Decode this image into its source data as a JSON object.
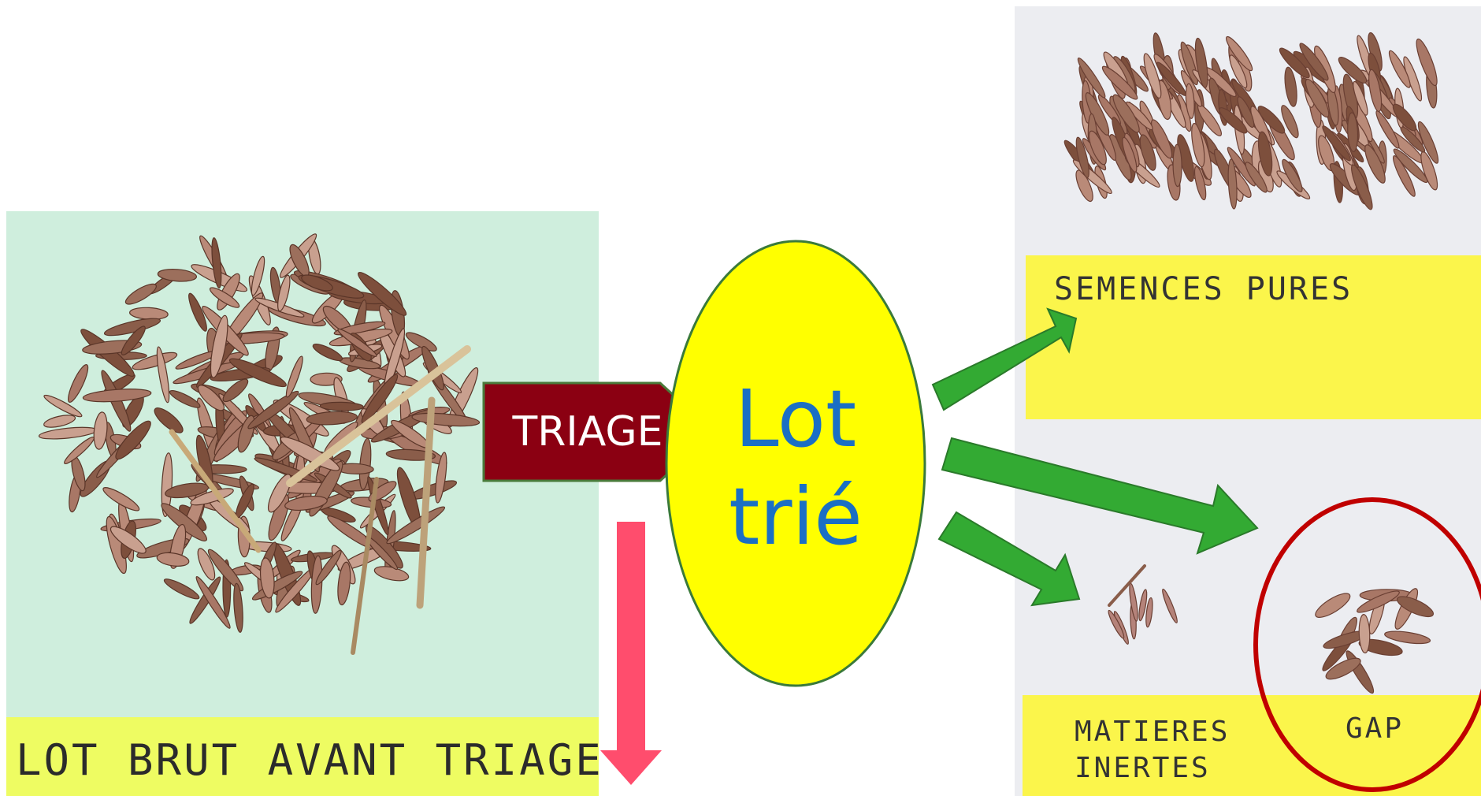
{
  "left_panel": {
    "label": "LOT BRUT AVANT TRIAGE"
  },
  "right_panel": {
    "label_pures": "SEMENCES  PURES",
    "label_matieres": "MATIERES\nINERTES",
    "label_gap": "GAP"
  },
  "process": {
    "triage_label": "TRIAGE",
    "sorted_lot_label": "Lot\ntrié"
  },
  "colors": {
    "triage_fill": "#8b0012",
    "ellipse_fill": "#ffff00",
    "ellipse_text": "#1a6fc4",
    "green_arrow": "#33aa33",
    "red_arrow": "#ff4d6d",
    "highlight_circle": "#c00000"
  }
}
